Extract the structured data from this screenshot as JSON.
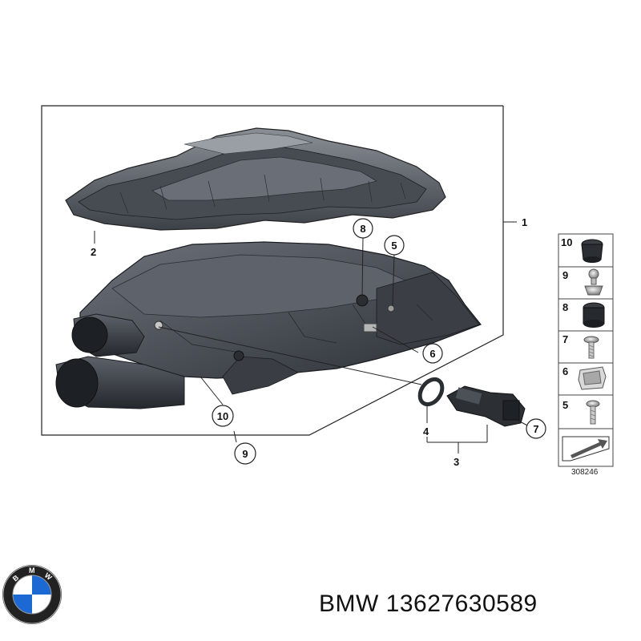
{
  "callouts": {
    "assembly": "1",
    "cover": "2",
    "sensor_set": "3",
    "gasket": "4",
    "screw_5": "5",
    "clip_6": "6",
    "screw_7": "7",
    "grommet_8": "8",
    "pin_9": "9",
    "grommet_10": "10"
  },
  "legend": {
    "items": [
      {
        "num": "10",
        "icon": "rubber-grommet-icon"
      },
      {
        "num": "9",
        "icon": "ball-pin-icon"
      },
      {
        "num": "8",
        "icon": "rubber-mount-icon"
      },
      {
        "num": "7",
        "icon": "screw-icon"
      },
      {
        "num": "6",
        "icon": "spring-clip-icon"
      },
      {
        "num": "5",
        "icon": "screw-icon"
      }
    ],
    "diagram_number": "308246"
  },
  "footer": {
    "brand": "BMW",
    "part_number": "13627630589",
    "logo_letters": "BMW"
  },
  "colors": {
    "housing": "#4a4f57",
    "cover": "#5a5f66",
    "line": "#222222",
    "logo_blue": "#1c69d4"
  }
}
